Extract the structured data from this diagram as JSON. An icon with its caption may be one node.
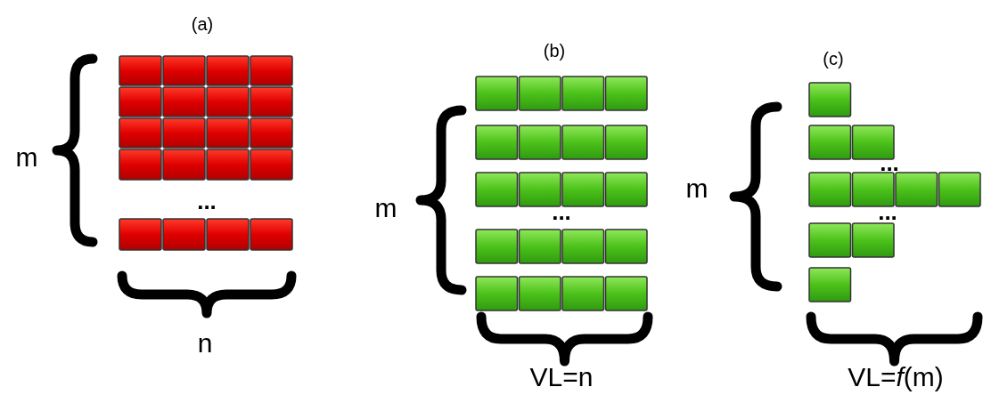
{
  "diagram": {
    "labels": [
      "(a)",
      "m",
      "...",
      "n",
      "(b)",
      "m",
      "...",
      "VL=n",
      "(c)",
      "m",
      "...",
      "...",
      "VL=*f*(m)"
    ]
  }
}
